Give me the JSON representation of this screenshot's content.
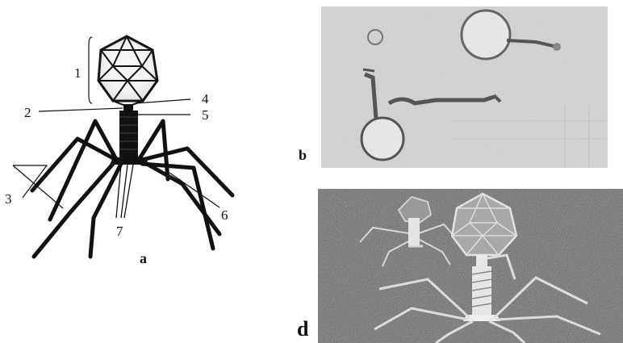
{
  "diagram_a": {
    "labels": {
      "head": "1",
      "collar": "2",
      "tail_fibers": "3",
      "neck": "4",
      "sheath": "5",
      "base_plate": "6",
      "spikes": "7"
    },
    "panel": "a"
  },
  "photo_b": {
    "panel": "b"
  },
  "photo_d": {
    "panel": "d"
  }
}
